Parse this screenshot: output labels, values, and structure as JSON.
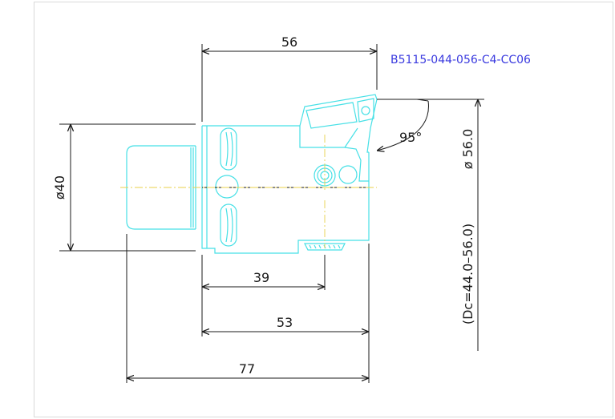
{
  "drawing": {
    "part_number": "B5115-044-056-C4-CC06",
    "angle_label": "95°",
    "diameter_label": "ø 56.0",
    "dc_range_label": "(Dc=44.0–56.0)",
    "shank_diameter_label": "ø40"
  },
  "dimensions": {
    "d56": "56",
    "d39": "39",
    "d53": "53",
    "d77": "77"
  },
  "colors": {
    "outline": "#46e0e6",
    "dimension": "#1a1a1a",
    "centerline": "#e8d24a",
    "part_number": "#3a3adf",
    "frame": "#d9d9d9"
  }
}
